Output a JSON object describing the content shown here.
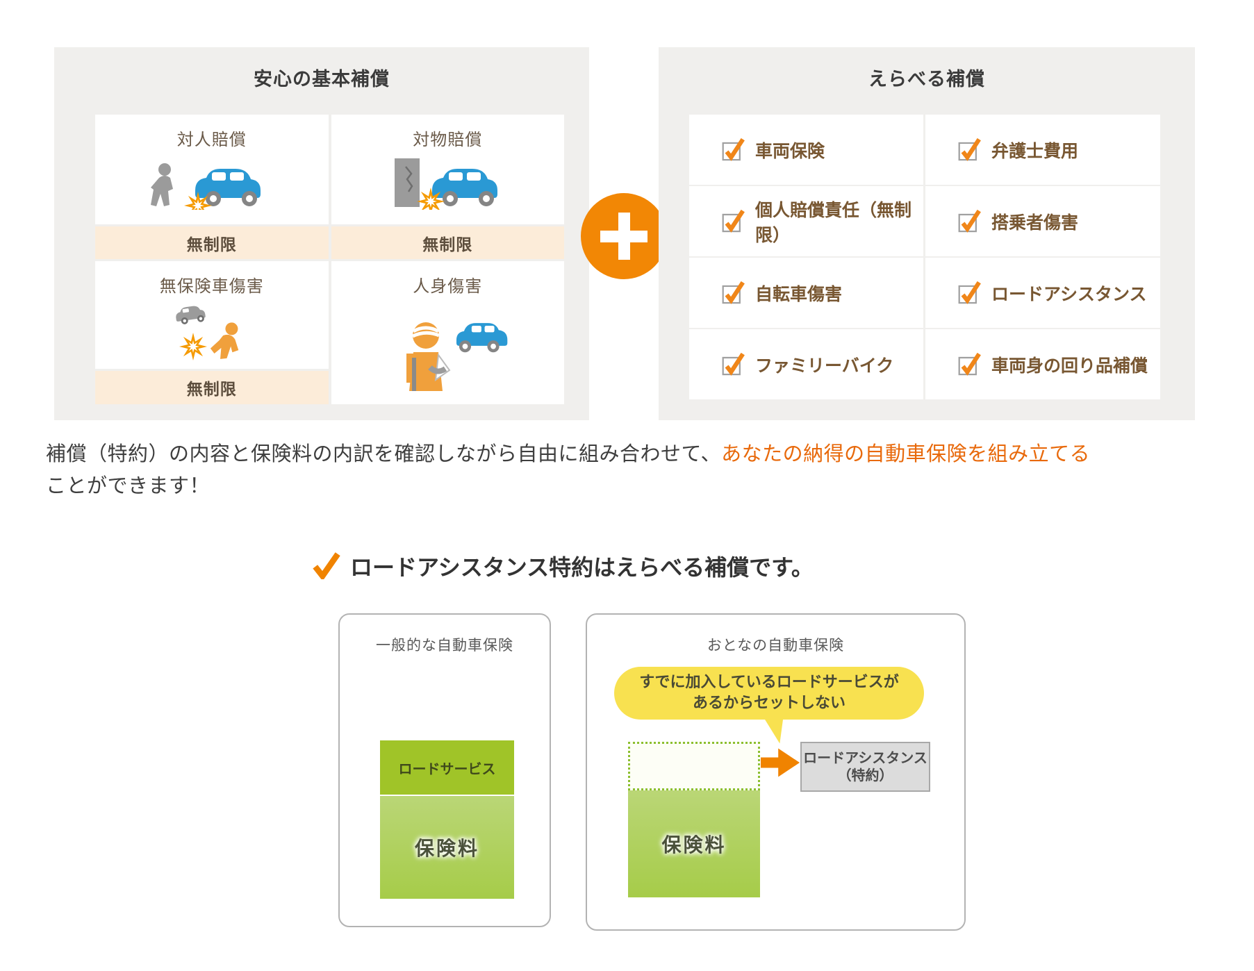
{
  "basic_panel": {
    "title": "安心の基本補償",
    "items": [
      {
        "label": "対人賠償",
        "value": "無制限",
        "icon": "person-car-crash-icon"
      },
      {
        "label": "対物賠償",
        "value": "無制限",
        "icon": "wall-car-crash-icon"
      },
      {
        "label": "無保険車傷害",
        "value": "無制限",
        "icon": "uninsured-car-accident-icon"
      },
      {
        "label": "人身傷害",
        "value": "",
        "icon": "injured-person-car-icon"
      }
    ]
  },
  "plus_symbol": "+",
  "optional_panel": {
    "title": "えらべる補償",
    "items": [
      {
        "label": "車両保険",
        "checked": true
      },
      {
        "label": "弁護士費用",
        "checked": true
      },
      {
        "label": "個人賠償責任（無制限）",
        "checked": true
      },
      {
        "label": "搭乗者傷害",
        "checked": true
      },
      {
        "label": "自転車傷害",
        "checked": true
      },
      {
        "label": "ロードアシスタンス",
        "checked": true
      },
      {
        "label": "ファミリーバイク",
        "checked": true
      },
      {
        "label": "車両身の回り品補償",
        "checked": true
      }
    ]
  },
  "description": {
    "text_before": "補償（特約）の内容と保険料の内訳を確認しながら自由に組み合わせて、",
    "text_highlight": "あなたの納得の自動車保険を組み立てる",
    "text_after": "ことができます！"
  },
  "road_assistance_note": {
    "heading": "ロードアシスタンス特約はえらべる補償です。"
  },
  "comparison": {
    "general_card": {
      "title": "一般的な自動車保険",
      "road_service_label": "ロードサービス",
      "premium_label": "保険料"
    },
    "otona_card": {
      "title": "おとなの自動車保険",
      "bubble_line1": "すでに加入しているロードサービスが",
      "bubble_line2": "あるからセットしない",
      "premium_label": "保険料",
      "option_label_line1": "ロードアシスタンス",
      "option_label_line2": "（特約）"
    }
  },
  "colors": {
    "panel_background": "#f0efed",
    "badge_background": "#fcecd9",
    "accent_orange": "#f28705",
    "highlight_text_orange": "#e8690b",
    "checkbox_check_orange": "#f08619",
    "brown_label": "#785732",
    "bubble_yellow": "#f8e150",
    "road_service_green": "#a0c428",
    "premium_green": "#a6cc49",
    "dotted_border_green": "#8cbf2f",
    "option_box_gray": "#dcdcdc",
    "car_blue": "#2a99d4"
  }
}
